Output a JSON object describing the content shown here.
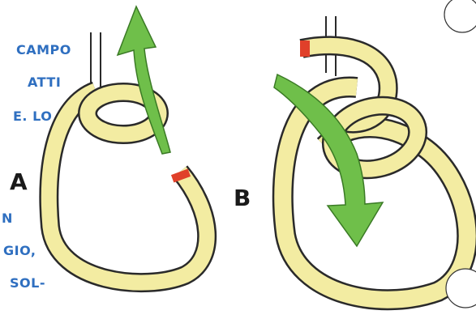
{
  "caption_lines": [
    "CAMPO",
    "ATTI",
    "E. LO",
    "N",
    "GIO,",
    "SOL-"
  ],
  "labels": {
    "a": "A",
    "b": "B"
  },
  "colors": {
    "rope_fill": "#f3eca2",
    "rope_stroke": "#2a2a2a",
    "arrow_fill": "#6fbf4a",
    "arrow_stroke": "#3a7a25",
    "rope_end_mark": "#e0402a",
    "caption": "#2f6fc0"
  }
}
